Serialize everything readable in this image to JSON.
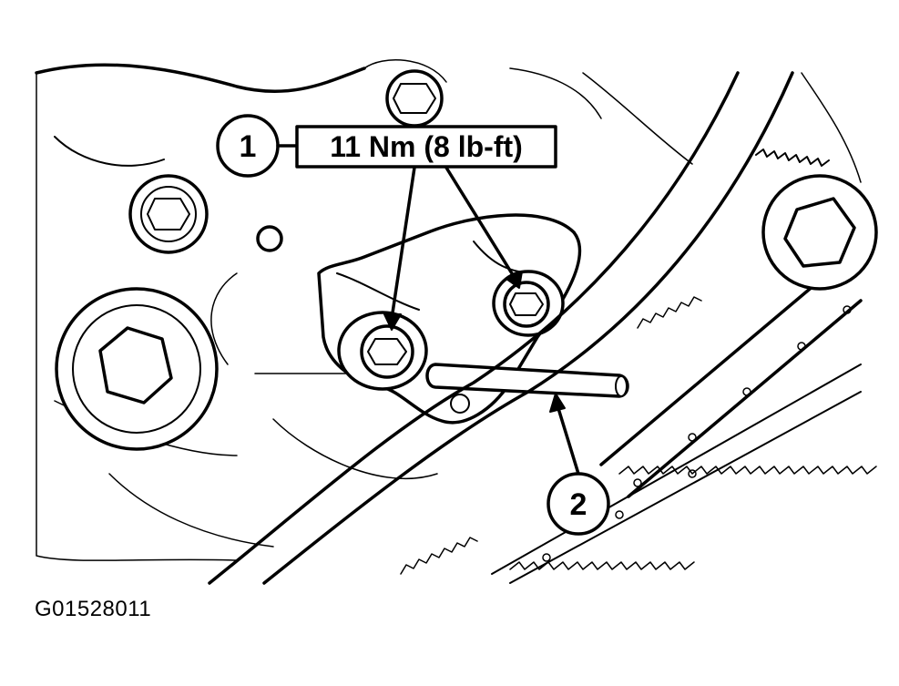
{
  "callouts": {
    "callout_1_number": "1",
    "torque_label": "11 Nm (8 lb-ft)",
    "callout_2_number": "2"
  },
  "figure_id": "G01528011",
  "colors": {
    "ink": "#000000",
    "background": "#ffffff"
  }
}
